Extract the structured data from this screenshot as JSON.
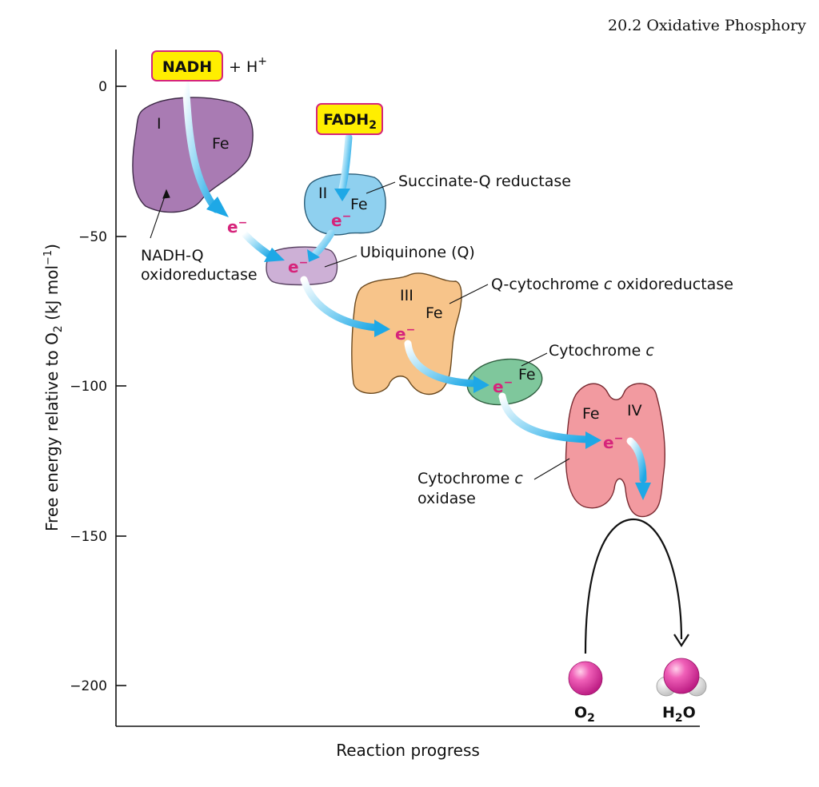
{
  "header": "20.2 Oxidative Phosphory",
  "axes": {
    "y_label": "Free energy relative to O",
    "y_label_sub": "2",
    "y_label_rest": " (kJ mol",
    "y_label_sup": "−1",
    "y_label_end": ")",
    "x_label": "Reaction progress",
    "y_ticks": [
      "0",
      "−50",
      "−100",
      "−150",
      "−200"
    ]
  },
  "inputs": {
    "nadh": "NADH",
    "plus_h": "+ H",
    "plus_h_sup": "+",
    "fadh": "FADH",
    "fadh_sub": "2"
  },
  "complexes": {
    "c1_num": "I",
    "c1_fe": "Fe",
    "c1_label_1": "NADH-Q",
    "c1_label_2": "oxidoreductase",
    "c2_num": "II",
    "c2_fe": "Fe",
    "c2_label": "Succinate-Q reductase",
    "q_label": "Ubiquinone (Q)",
    "c3_num": "III",
    "c3_fe": "Fe",
    "c3_label_a": "Q-cytochrome ",
    "c3_label_c": "c",
    "c3_label_b": " oxidoreductase",
    "cytc_fe": "Fe",
    "cytc_label_a": "Cytochrome ",
    "cytc_label_c": "c",
    "c4_num": "IV",
    "c4_fe": "Fe",
    "c4_label_a": "Cytochrome ",
    "c4_label_c": "c",
    "c4_label_2": "oxidase"
  },
  "electron": {
    "symbol": "e",
    "charge": "−"
  },
  "products": {
    "o2": "O",
    "o2_sub": "2",
    "h2o_h": "H",
    "h2o_sub": "2",
    "h2o_o": "O"
  },
  "colors": {
    "complex_I": "#a97bb3",
    "complex_II": "#8fd0ef",
    "ubiquinone": "#cdb0d6",
    "complex_III": "#f7c48a",
    "cytochrome_c": "#7fc79c",
    "complex_IV": "#f29aa0",
    "electron_arrow": "#29b5ea",
    "electron_text": "#d6247b",
    "input_box_fill": "#ffee00",
    "input_box_stroke": "#d6247b"
  }
}
